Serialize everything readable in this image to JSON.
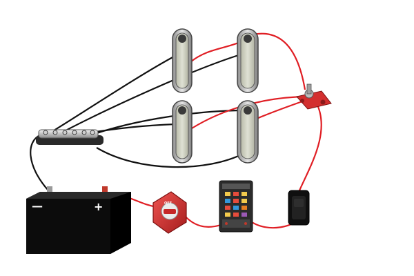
{
  "battery": {
    "negative_label": "—",
    "positive_label": "+"
  },
  "battery_switch": {
    "label": "OFF"
  },
  "colors": {
    "positive_wire": "#e01e24",
    "negative_wire": "#111111",
    "battery_body": "#0c0c0c",
    "switch_body": "#c62828",
    "bus_bar": "#d32f2f",
    "light_housing": "#9a9a9a",
    "light_lens": "#c8cabc"
  },
  "icons": {
    "light_fixture": "pod-light-icon",
    "ground_bus": "negative-bus-bar-icon",
    "positive_bus": "positive-stud-icon",
    "fuse_block": "fuse-block-icon",
    "inline_switch": "rocker-switch-icon"
  },
  "light_count": 4,
  "fuse_count": 12
}
